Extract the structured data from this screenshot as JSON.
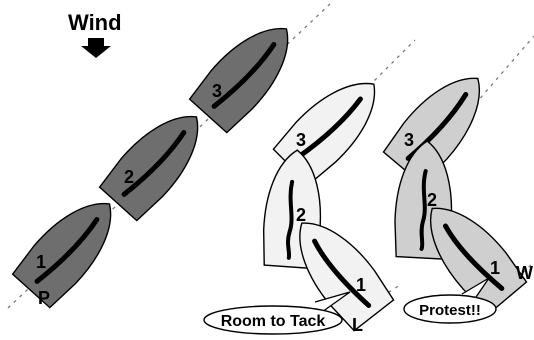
{
  "wind": {
    "label": "Wind",
    "icon": "down-arrow-icon"
  },
  "colors": {
    "dark_hull": "#6e6e6e",
    "light_hull": "#f2f2f2",
    "mid_hull": "#cfcfcf",
    "sail": "#000000",
    "outline": "#000000",
    "course_line": "#777777"
  },
  "group_p": {
    "marker": "P",
    "boats": [
      {
        "number": "1"
      },
      {
        "number": "2"
      },
      {
        "number": "3"
      }
    ]
  },
  "group_l": {
    "marker": "L",
    "callout": "Room to Tack",
    "boats": [
      {
        "number": "1"
      },
      {
        "number": "2"
      },
      {
        "number": "3"
      }
    ]
  },
  "group_w": {
    "marker": "W",
    "callout": "Protest!!",
    "boats": [
      {
        "number": "1"
      },
      {
        "number": "2"
      },
      {
        "number": "3"
      }
    ]
  }
}
